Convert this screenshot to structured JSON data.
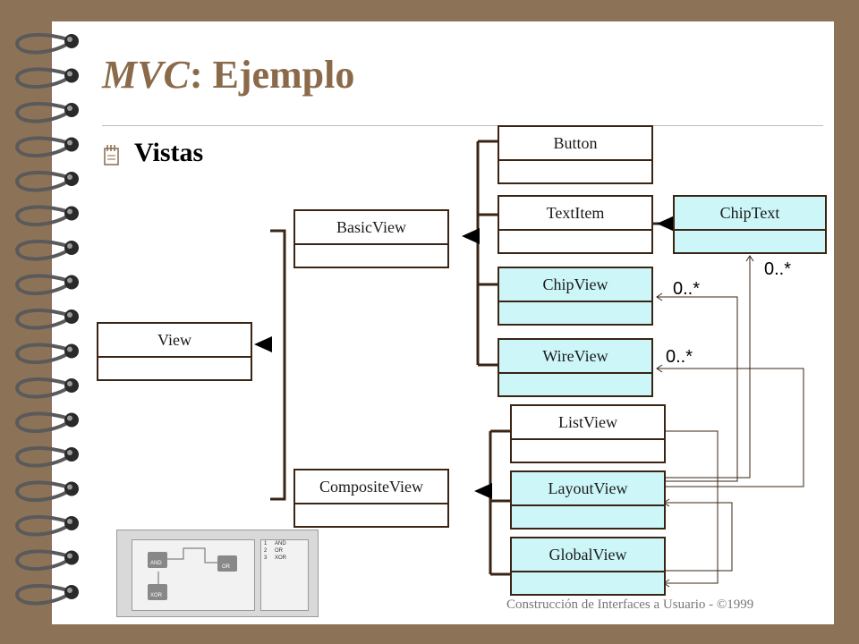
{
  "slide": {
    "title_prefix": "MVC",
    "title_suffix": ": Ejemplo",
    "subtitle": "Vistas",
    "footer": "Construcción de Interfaces a Usuario - ©1999"
  },
  "classes": {
    "view": "View",
    "basic_view": "BasicView",
    "composite_view": "CompositeView",
    "button": "Button",
    "text_item": "TextItem",
    "chip_text": "ChipText",
    "chip_view": "ChipView",
    "wire_view": "WireView",
    "list_view": "ListView",
    "layout_view": "LayoutView",
    "global_view": "GlobalView"
  },
  "multiplicities": {
    "chip_text": "0..*",
    "chip_view": "0..*",
    "wire_view": "0..*"
  },
  "thumbnail": {
    "gates": [
      "AND",
      "OR",
      "XOR"
    ],
    "rows": [
      "1",
      "2",
      "3"
    ],
    "list_items": [
      "AND",
      "OR",
      "XOR"
    ]
  },
  "colors": {
    "background": "#8c7357",
    "title": "#8a6a4a",
    "box_border": "#3a2414",
    "highlight_fill": "#cdf6f8"
  }
}
